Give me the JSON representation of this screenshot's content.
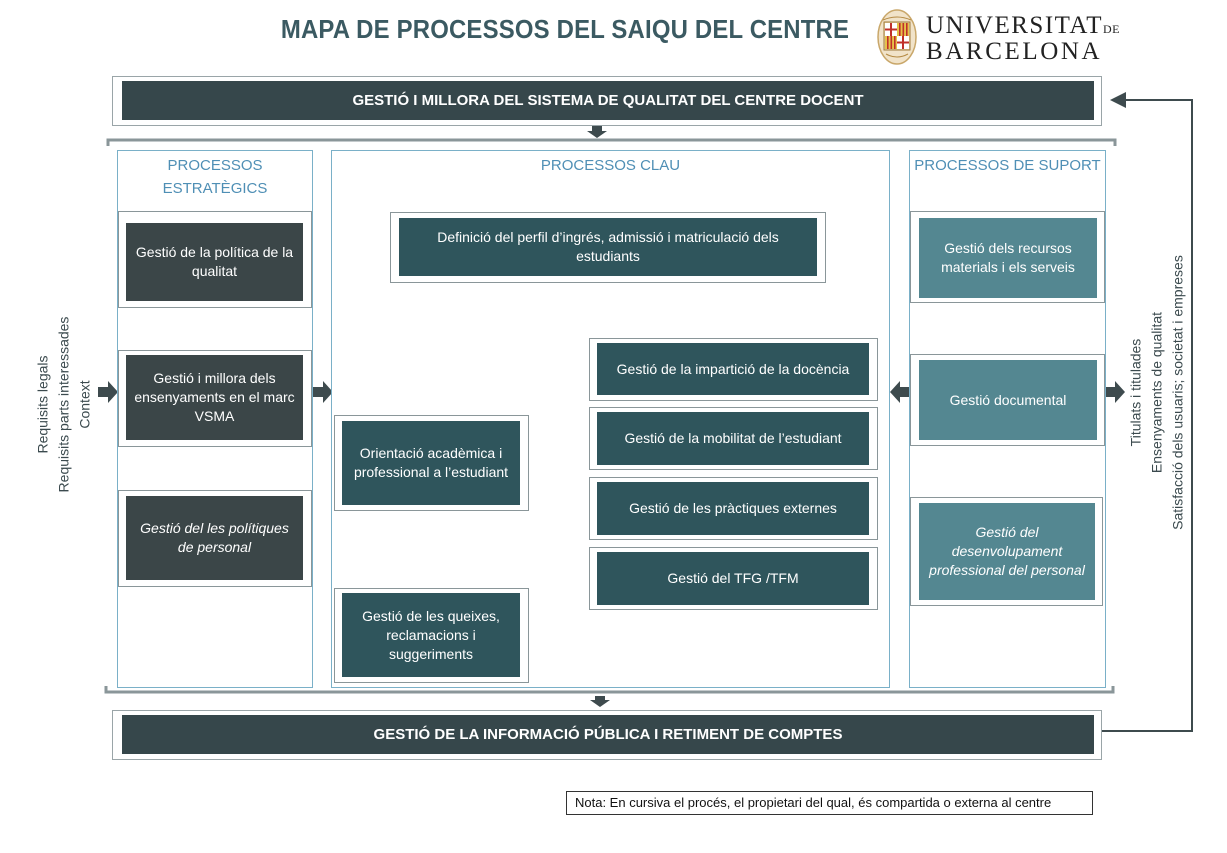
{
  "title": "MAPA DE PROCESSOS DEL SAIQU DEL CENTRE",
  "logo": {
    "line1": "UNIVERSITAT",
    "line1_suffix": "DE",
    "line2": "BARCELONA",
    "seal_icon": "university-seal-icon"
  },
  "top_bar": "GESTIÓ I MILLORA DEL SISTEMA DE QUALITAT DEL CENTRE DOCENT",
  "bottom_bar": "GESTIÓ DE LA INFORMACIÓ PÚBLICA I RETIMENT DE COMPTES",
  "strategic": {
    "header": "PROCESSOS ESTRATÈGICS",
    "items": [
      "Gestió de la política de la qualitat",
      "Gestió i millora dels ensenyaments en el marc VSMA",
      "Gestió del les polítiques de personal"
    ]
  },
  "key": {
    "header": "PROCESSOS CLAU",
    "profile": "Definició del perfil d’ingrés, admissió i matriculació dels estudiants",
    "orientation": "Orientació acadèmica i professional a l’estudiant",
    "complaints": "Gestió de les queixes, reclamacions i suggeriments",
    "bracket_items": [
      "Gestió  de la impartició de la docència",
      "Gestió de la mobilitat de l’estudiant",
      "Gestió de les pràctiques externes",
      "Gestió del TFG /TFM"
    ]
  },
  "support": {
    "header": "PROCESSOS DE SUPORT",
    "items": [
      "Gestió dels recursos materials i els serveis",
      "Gestió documental",
      "Gestió del desenvolupament professional del personal"
    ]
  },
  "inputs": [
    "Requisits legals",
    "Requisits parts interessades",
    "Context"
  ],
  "outputs": [
    "Titulats i titulades",
    "Ensenyaments de qualitat",
    "Satisfacció dels usuaris; societat i empreses"
  ],
  "note": "Nota: En cursiva el procés, el propietari del qual, és compartida o externa al centre",
  "colors": {
    "dark": "#3b4648",
    "teal": "#2f555c",
    "light": "#548791",
    "accent": "#4f8fb5"
  }
}
